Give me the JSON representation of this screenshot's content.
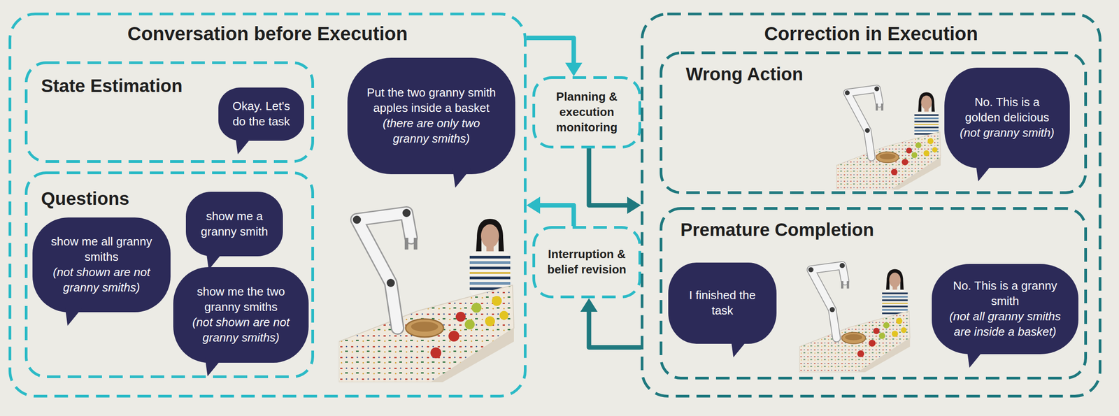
{
  "diagram": {
    "nodes": [
      {
        "text": [
          "Conversation before Execution"
        ]
      },
      {
        "text": [
          "State Estimation"
        ],
        "in": 0
      },
      {
        "text": [
          "Okay. Let's do the task"
        ],
        "in": 1
      },
      {
        "text": [
          "Questions"
        ],
        "in": 0
      },
      {
        "text": [
          "show me all granny smiths",
          "(not shown are not granny smiths)"
        ],
        "in": 3
      },
      {
        "text": [
          "show me a granny smith"
        ],
        "in": 3
      },
      {
        "text": [
          "show me the two granny smiths",
          "(not shown are not granny smiths)"
        ],
        "in": 3
      },
      {
        "text": [
          "Put the two granny smith apples inside a basket",
          "(there are only two granny smiths)"
        ],
        "in": 0
      },
      {
        "text": [
          "Planning & execution monitoring"
        ]
      },
      {
        "text": [
          "Interruption & belief revision"
        ]
      },
      {
        "text": [
          "Correction in Execution"
        ]
      },
      {
        "text": [
          "Wrong Action"
        ],
        "in": 10
      },
      {
        "text": [
          "No. This is a golden delicious",
          "(not granny smith)"
        ],
        "in": 11
      },
      {
        "text": [
          "Premature Completion"
        ],
        "in": 10
      },
      {
        "text": [
          "I finished the task"
        ],
        "in": 13
      },
      {
        "text": [
          "No. This is a granny smith",
          "(not all granny smiths are inside a basket)"
        ],
        "in": 13
      }
    ],
    "edges": [
      {
        "from": 0,
        "to": 8,
        "arrow": "to"
      },
      {
        "from": 8,
        "to": 10,
        "arrow": "to"
      },
      {
        "from": 10,
        "to": 9,
        "arrow": "to"
      },
      {
        "from": 9,
        "to": 0,
        "arrow": "to"
      }
    ]
  }
}
